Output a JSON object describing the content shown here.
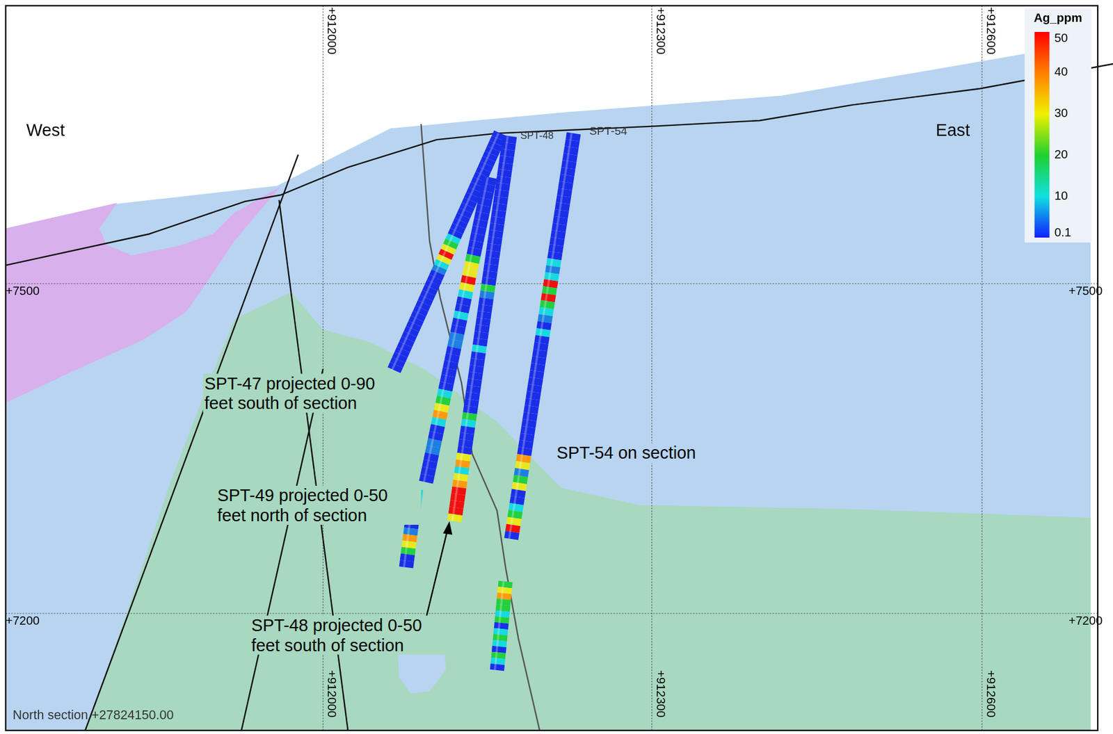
{
  "diagram": {
    "labels": [
      "West",
      "East",
      "+912000",
      "+912300",
      "+912600",
      "+912000",
      "+912300",
      "+912600",
      "+7500",
      "+7500",
      "+7200",
      "+7200",
      "Ag_ppm",
      "50",
      "40",
      "30",
      "20",
      "10",
      "0.1",
      "SPT-54",
      "SPT-48",
      "SPT-47 projected 0-90 feet south of section",
      "SPT-49 projected 0-50 feet north of section",
      "SPT-54 on section",
      "SPT-48 projected 0-50 feet south of section",
      "North section +27824150.00"
    ]
  }
}
